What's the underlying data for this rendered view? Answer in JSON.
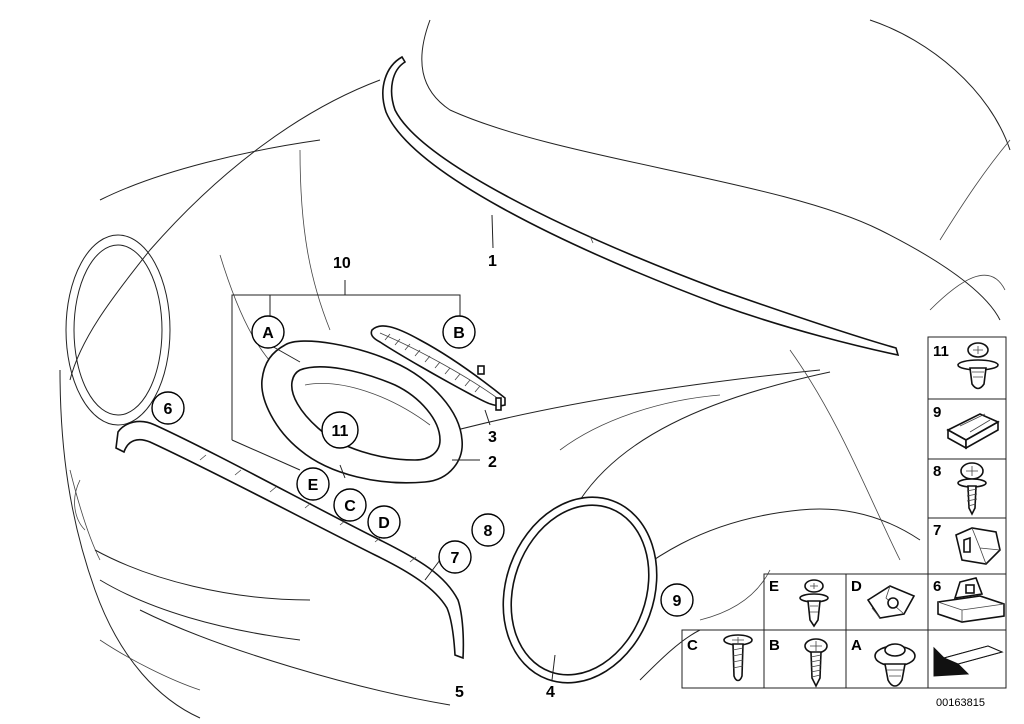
{
  "callouts": {
    "c1": "1",
    "c2": "2",
    "c3": "3",
    "c4": "4",
    "c5": "5",
    "c6": "6",
    "c7": "7",
    "c8": "8",
    "c9": "9",
    "c10": "10",
    "c11": "11",
    "cA": "A",
    "cB": "B",
    "cC": "C",
    "cD": "D",
    "cE": "E"
  },
  "legend": {
    "cells": [
      {
        "id": "11",
        "icon": "rivet-clip-icon"
      },
      {
        "id": "9",
        "icon": "spring-clip-icon"
      },
      {
        "id": "8",
        "icon": "screw-washer-icon"
      },
      {
        "id": "7",
        "icon": "clip-nut-icon"
      },
      {
        "id": "6",
        "icon": "retainer-bracket-icon"
      },
      {
        "id": "E",
        "icon": "expanding-rivet-icon"
      },
      {
        "id": "D",
        "icon": "speed-nut-icon"
      },
      {
        "id": "C",
        "icon": "flat-head-screw-icon"
      },
      {
        "id": "B",
        "icon": "tapping-screw-icon"
      },
      {
        "id": "A",
        "icon": "grommet-icon"
      }
    ],
    "doc_number": "00163815"
  }
}
